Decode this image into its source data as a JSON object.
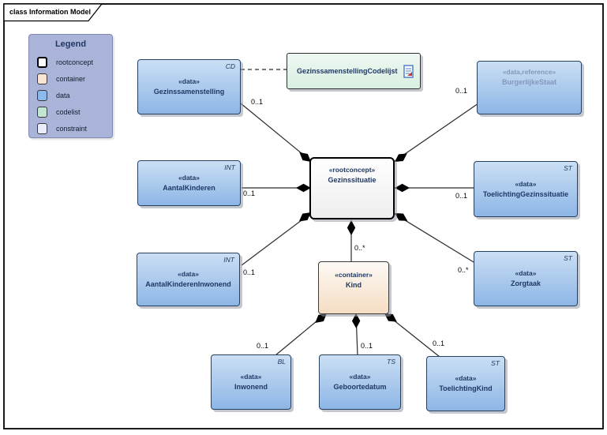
{
  "frame": {
    "title": "class Information Model"
  },
  "legend": {
    "title": "Legend",
    "items": [
      {
        "label": "rootconcept",
        "color": "#ffffff"
      },
      {
        "label": "container",
        "color": "#f8e4d0"
      },
      {
        "label": "data",
        "color": "#8cb8ea"
      },
      {
        "label": "codelist",
        "color": "#c2e6cf"
      },
      {
        "label": "constraint",
        "color": "#e9ecfb"
      }
    ]
  },
  "nodes": {
    "gezinssamenstelling": {
      "stereotype": "«data»",
      "name": "Gezinssamenstelling",
      "tag": "CD"
    },
    "gezinssamenstelling_codelijst": {
      "name": "GezinssamenstellingCodelijst"
    },
    "burgerlijke_staat": {
      "stereotype": "«data,reference»",
      "name": "BurgerlijkeStaat"
    },
    "aantal_kinderen": {
      "stereotype": "«data»",
      "name": "AantalKinderen",
      "tag": "INT"
    },
    "gezinssituatie": {
      "stereotype": "«rootconcept»",
      "name": "Gezinssituatie"
    },
    "toelichting_gezinssituatie": {
      "stereotype": "«data»",
      "name": "ToelichtingGezinssituatie",
      "tag": "ST"
    },
    "aantal_kinderen_inwonend": {
      "stereotype": "«data»",
      "name": "AantalKinderenInwonend",
      "tag": "INT"
    },
    "kind": {
      "stereotype": "«container»",
      "name": "Kind"
    },
    "zorgtaak": {
      "stereotype": "«data»",
      "name": "Zorgtaak",
      "tag": "ST"
    },
    "inwonend": {
      "stereotype": "«data»",
      "name": "Inwonend",
      "tag": "BL"
    },
    "geboortedatum": {
      "stereotype": "«data»",
      "name": "Geboortedatum",
      "tag": "TS"
    },
    "toelichting_kind": {
      "stereotype": "«data»",
      "name": "ToelichtingKind",
      "tag": "ST"
    }
  },
  "multiplicities": {
    "gezinssamenstelling": "0..1",
    "burgerlijke_staat": "0..1",
    "aantal_kinderen": "0..1",
    "toelichting_gezinssituatie": "0..1",
    "aantal_kinderen_inwonend": "0..1",
    "zorgtaak": "0..*",
    "kind": "0..*",
    "inwonend": "0..1",
    "geboortedatum": "0..1",
    "toelichting_kind": "0..1"
  },
  "colors": {
    "data_fill": "#8db6e6",
    "container_fill": "#f5dcc3",
    "codelist_fill": "#ddf0e5",
    "rootconcept_fill": "#ffffff",
    "legend_bg": "#a9b4d8"
  }
}
